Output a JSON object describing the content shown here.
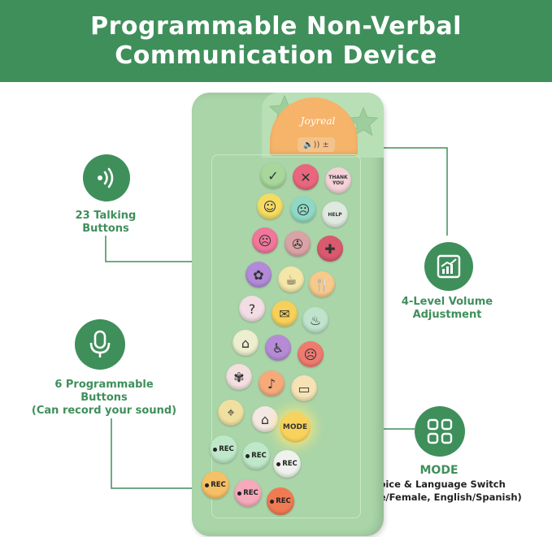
{
  "banner": {
    "line1": "Programmable Non-Verbal",
    "line2": "Communication Device"
  },
  "features": {
    "talking": {
      "line1": "23 Talking",
      "line2": "Buttons",
      "icon": "sound-waves-icon"
    },
    "programmable": {
      "line1": "6 Programmable",
      "line2": "Buttons",
      "line3": "(Can record your sound)",
      "icon": "microphone-icon"
    },
    "volume": {
      "line1": "4-Level Volume",
      "line2": "Adjustment",
      "icon": "volume-chart-icon"
    },
    "mode": {
      "title": "MODE",
      "line1": "Voice & Language Switch",
      "line2": "(Male/Female, English/Spanish)",
      "icon": "grid-icon"
    }
  },
  "device": {
    "brand": "Joyreal",
    "volume_label": "🔈)) ±",
    "thank_you": "THANK YOU",
    "help": "HELP",
    "mode_label": "MODE",
    "rec_label": "REC"
  },
  "colors": {
    "brand_green": "#3f8f5b",
    "device_green": "#a9d5a8",
    "speaker_orange": "#f6b36a"
  }
}
